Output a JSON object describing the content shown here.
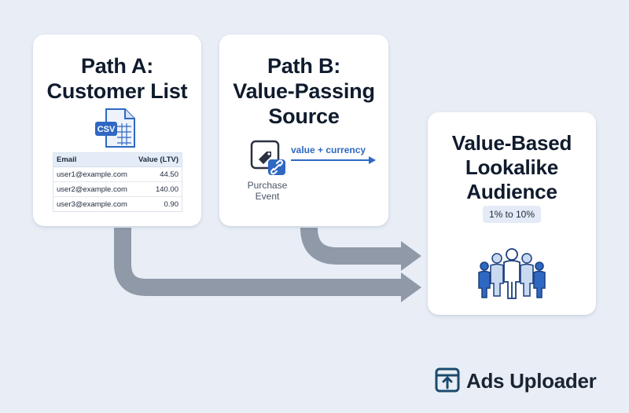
{
  "path_a": {
    "title": "Path A:\nCustomer List",
    "file_icon": "csv-file-icon",
    "file_badge": "CSV",
    "table": {
      "columns": [
        "Email",
        "Value (LTV)"
      ],
      "rows": [
        [
          "user1@example.com",
          "44.50"
        ],
        [
          "user2@example.com",
          "140.00"
        ],
        [
          "user3@example.com",
          "0.90"
        ]
      ]
    }
  },
  "path_b": {
    "title": "Path B:\nValue-Passing\nSource",
    "event_icon": "purchase-event-icon",
    "event_label": "Purchase\nEvent",
    "arrow_label": "value + currency"
  },
  "audience": {
    "title": "Value-Based\nLookalike\nAudience",
    "range": "1% to 10%",
    "icon": "people-group-icon"
  },
  "brand": {
    "name": "Ads Uploader",
    "icon": "upload-box-icon"
  },
  "colors": {
    "background": "#e9eef6",
    "connector": "#8f99a8",
    "accent_blue": "#2f68c2",
    "dark_navy": "#0f1b2d",
    "brand_teal": "#1c4a6e"
  }
}
